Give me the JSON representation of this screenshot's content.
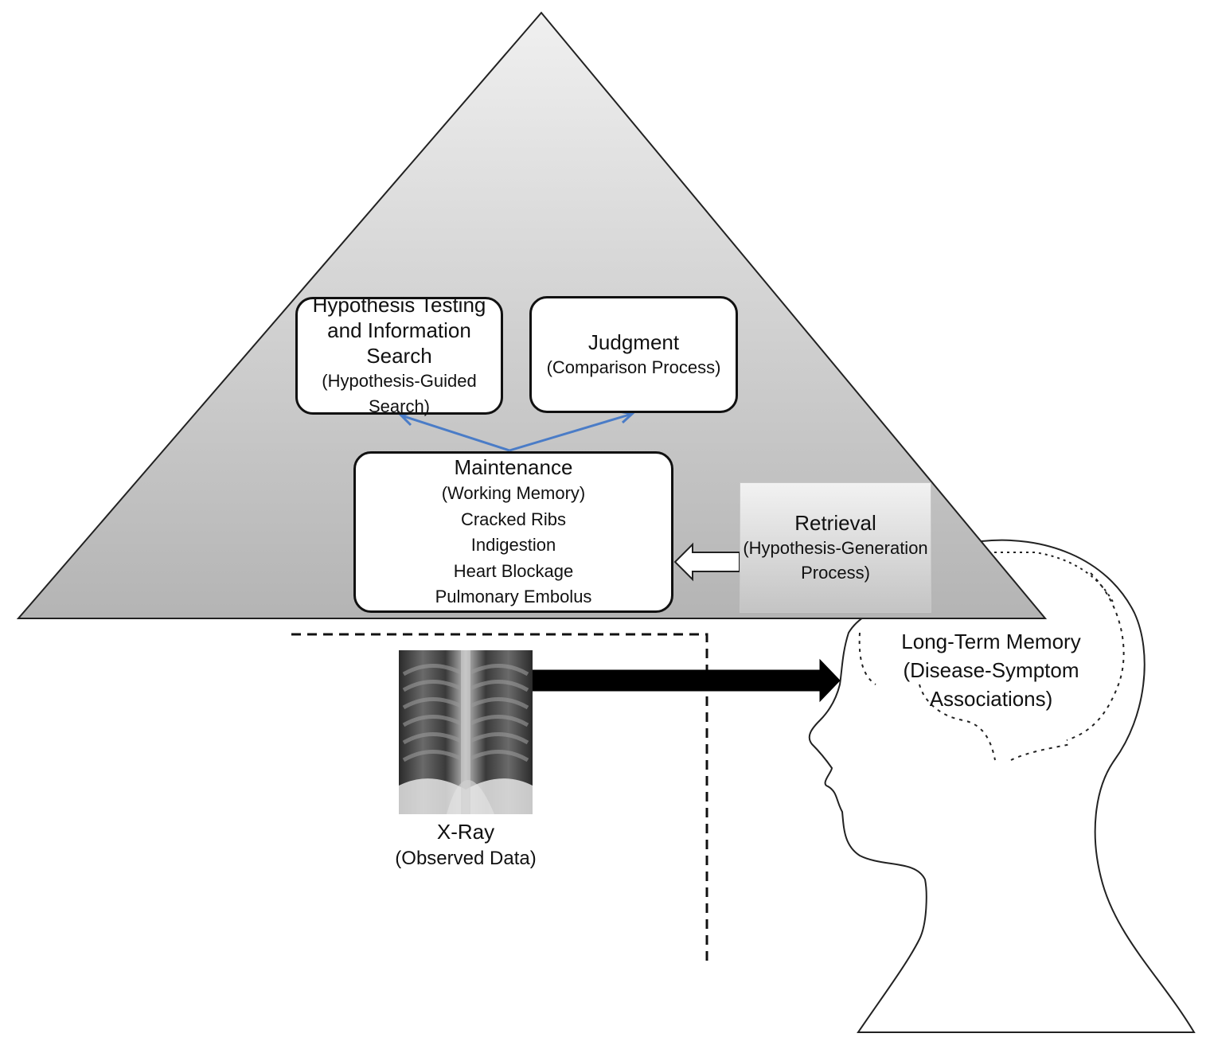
{
  "hypothesis_box": {
    "title_line1": "Hypothesis Testing",
    "title_line2": "and Information Search",
    "sub_line1": "(Hypothesis-Guided",
    "sub_line2": "Search)"
  },
  "judgment_box": {
    "title": "Judgment",
    "sub": "(Comparison Process)"
  },
  "maintenance_box": {
    "title": "Maintenance",
    "sub": "(Working Memory)",
    "hypotheses": [
      "Cracked Ribs",
      "Indigestion",
      "Heart Blockage",
      "Pulmonary Embolus"
    ]
  },
  "retrieval_box": {
    "title": "Retrieval",
    "sub_line1": "(Hypothesis-Generation",
    "sub_line2": "Process)"
  },
  "xray": {
    "title": "X-Ray",
    "sub": "(Observed Data)"
  },
  "long_term_memory": {
    "title": "Long-Term Memory",
    "sub": "(Disease-Symptom Associations)"
  },
  "colors": {
    "triangle_top": "#f0f0f0",
    "triangle_bottom": "#b4b4b4",
    "connector_arrows": "#4a7cc7",
    "outline": "#111111"
  }
}
